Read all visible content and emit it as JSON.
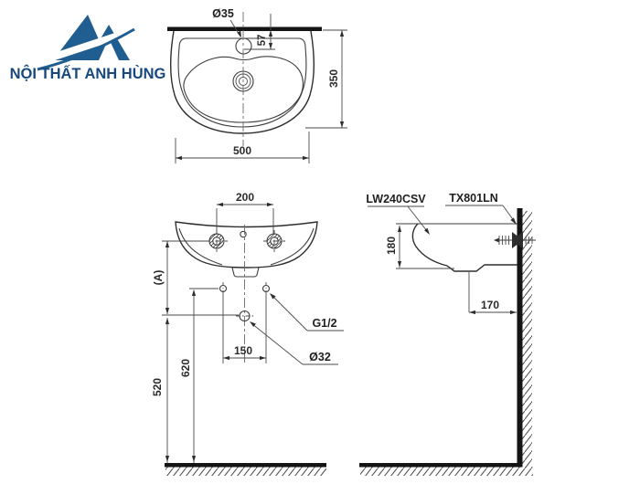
{
  "logo": {
    "company_name": "NỘI THẤT ANH HÙNG"
  },
  "top_view": {
    "faucet_hole_diameter": "Ø35",
    "faucet_hole_offset": "57",
    "basin_depth": "350",
    "basin_width": "500"
  },
  "front_view": {
    "mount_hole_spacing": "200",
    "reference_height": "(A)",
    "supply_spacing": "150",
    "drain_height": "520",
    "supply_height": "620",
    "supply_thread_label": "G1/2",
    "drain_pipe_diameter": "Ø32"
  },
  "side_view": {
    "basin_model": "LW240CSV",
    "mounting_kit_model": "TX801LN",
    "basin_height": "180",
    "drain_wall_offset": "170"
  },
  "colors": {
    "logo_blue": "#205d90",
    "logo_text_blue": "#17497e",
    "line_dark": "#2e2e2e"
  }
}
